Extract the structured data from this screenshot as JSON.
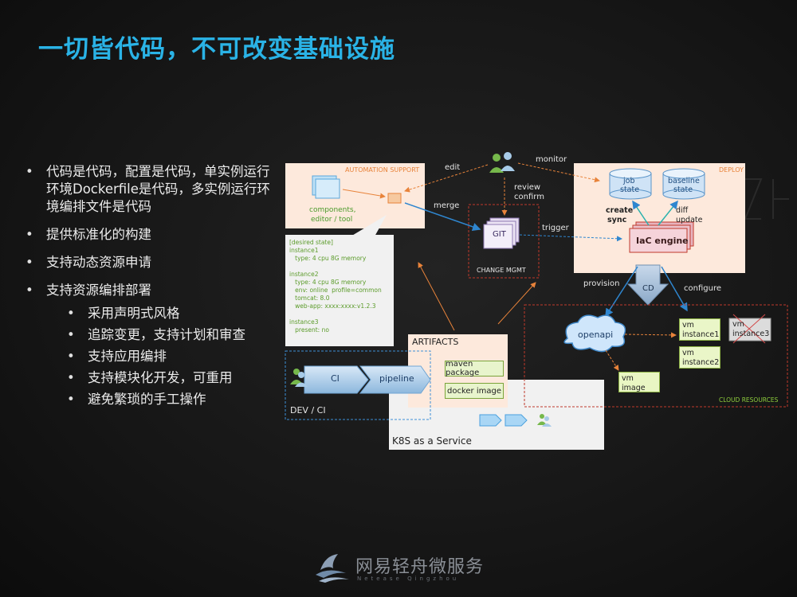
{
  "slide": {
    "title": "一切皆代码，不可改变基础设施"
  },
  "bullets": {
    "main1": "代码是代码，配置是代码，单实例运行环境Dockerfile是代码，多实例运行环境编排文件是代码",
    "main2": "提供标准化的构建",
    "main3": "支持动态资源申请",
    "main4": "支持资源编排部署",
    "sub": [
      "采用声明式风格",
      "追踪变更，支持计划和审查",
      "支持应用编排",
      "支持模块化开发，可重用",
      "避免繁琐的手工操作"
    ]
  },
  "diagram": {
    "automation_support": "AUTOMATION SUPPORT",
    "components_line1": "components,",
    "components_line2": "editor / tool",
    "desired_state": [
      "[desired state]",
      "instance1",
      "   type: 4 cpu 8G memory",
      "",
      "instance2",
      "   type: 4 cpu 8G memory",
      "   env: online  profile=common",
      "   tomcat: 8.0",
      "   web-app: xxxx:xxxx:v1.2.3",
      "",
      "instance3",
      "   present: no"
    ],
    "edit": "edit",
    "monitor": "monitor",
    "review": "review",
    "confirm": "confirm",
    "merge": "merge",
    "git": "GIT",
    "change_mgmt": "CHANGE MGMT",
    "trigger": "trigger",
    "deploy": "DEPLOY",
    "job_state_1": "job",
    "job_state_2": "state",
    "baseline_state_1": "baseline",
    "baseline_state_2": "state",
    "create_sync_1": "create",
    "create_sync_2": "sync",
    "diff_update_1": "diff",
    "diff_update_2": "update",
    "iac_engine": "IaC engine",
    "provision": "provision",
    "cd": "CD",
    "configure": "configure",
    "openapi": "openapi",
    "vm_instance1_1": "vm",
    "vm_instance1_2": "instance1",
    "vm_instance2_1": "vm",
    "vm_instance2_2": "instance2",
    "vm_instance3_1": "vm",
    "vm_instance3_2": "instance3",
    "vm_image_1": "vm",
    "vm_image_2": "image",
    "cloud_resources": "CLOUD RESOURCES",
    "artifacts": "ARTIFACTS",
    "maven_package": "maven package",
    "docker_image": "docker image",
    "ci": "CI",
    "pipeline": "pipeline",
    "dev_ci": "DEV / CI",
    "k8s": "K8S as a Service"
  },
  "footer": {
    "brand": "网易轻舟微服务",
    "sub": "Netease Qingzhou"
  },
  "colors": {
    "title": "#2ab3e6",
    "accent_orange": "#e8833a",
    "blue_arrow": "#3a8bd0",
    "red_dashed": "#c0392b"
  }
}
